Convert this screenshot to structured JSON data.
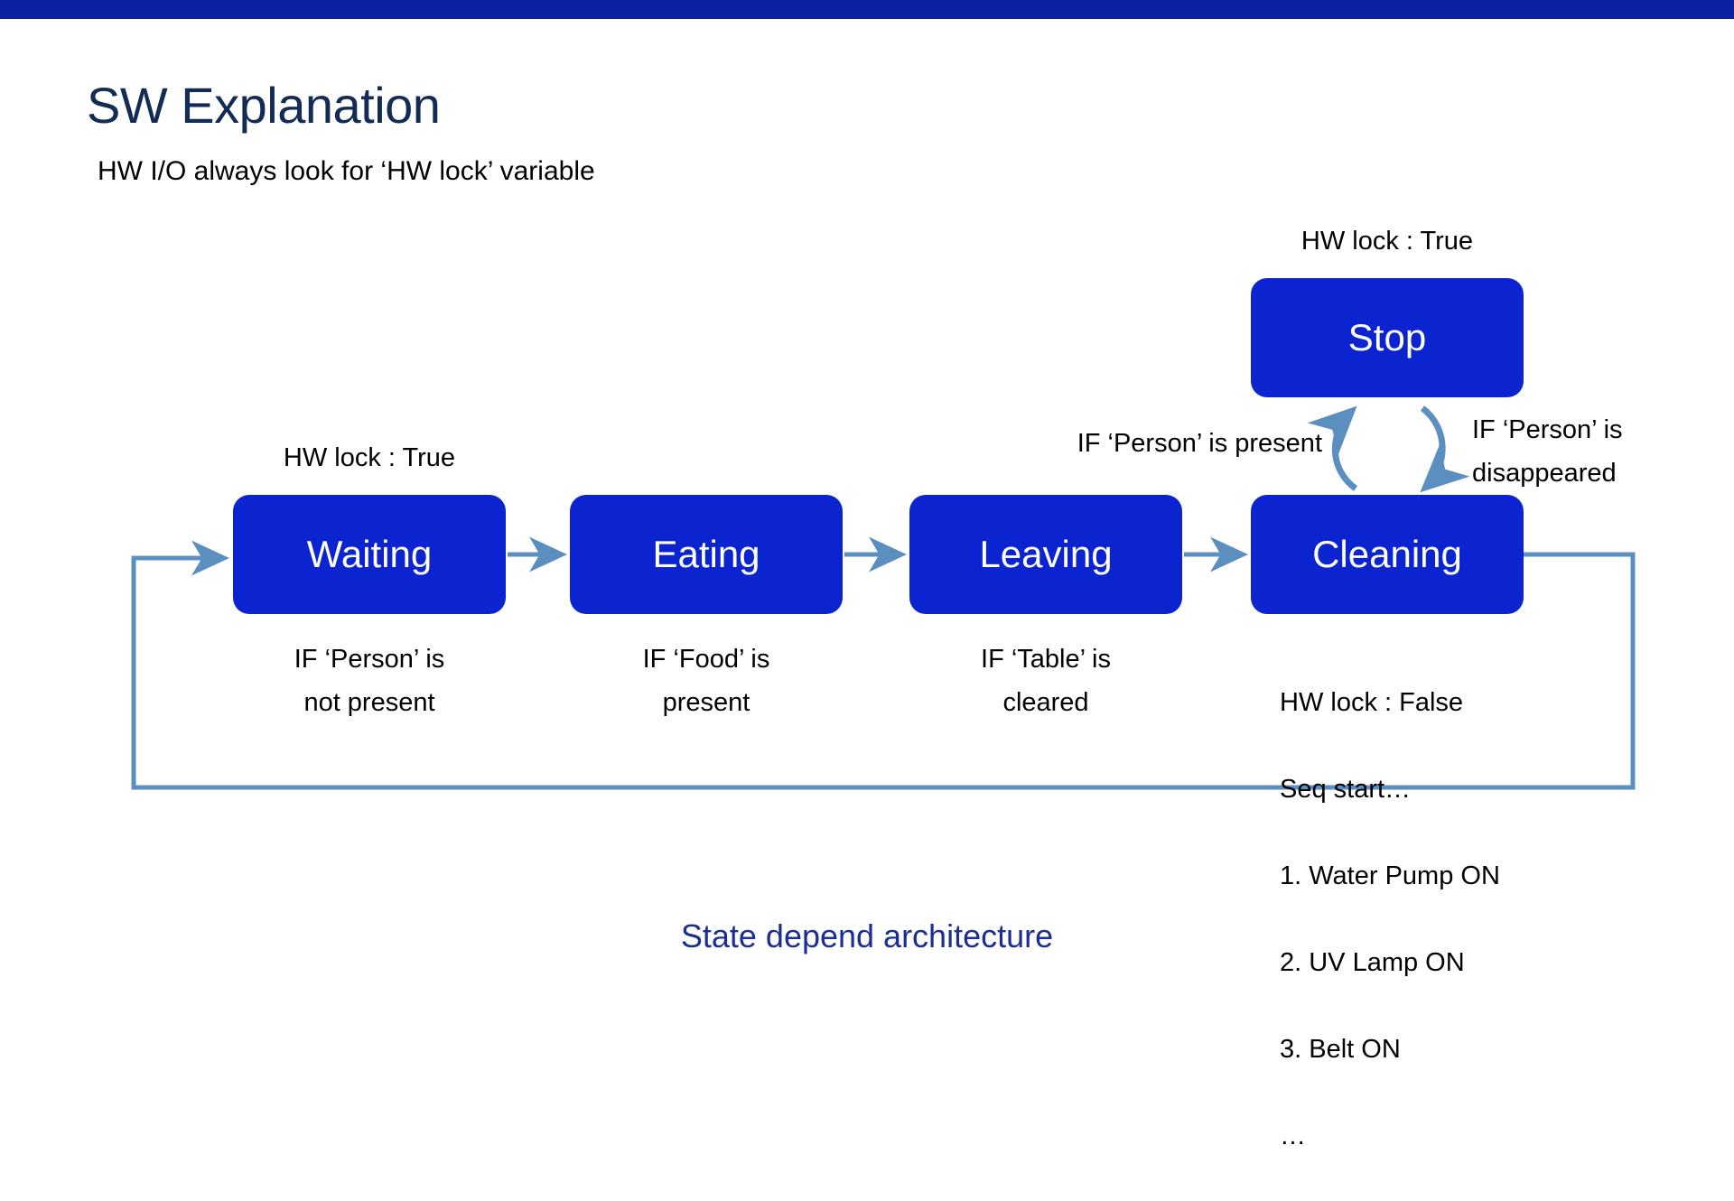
{
  "theme": {
    "accent_bar": "#0a21a0",
    "box_fill": "#0b24cf",
    "box_text": "#ffffff",
    "arrow": "#5b8fc0",
    "title_color": "#122c54",
    "caption_color": "#1c2f8f",
    "background": "#ffffff"
  },
  "header": {
    "title": "SW Explanation",
    "subtitle": "HW I/O always look for ‘HW lock’ variable"
  },
  "diagram": {
    "type": "state-machine",
    "states": [
      {
        "id": "waiting",
        "label": "Waiting"
      },
      {
        "id": "eating",
        "label": "Eating"
      },
      {
        "id": "leaving",
        "label": "Leaving"
      },
      {
        "id": "cleaning",
        "label": "Cleaning"
      },
      {
        "id": "stop",
        "label": "Stop"
      }
    ],
    "annotations": {
      "waiting_lock": "HW lock : True",
      "stop_lock": "HW lock : True",
      "waiting_condition": "IF ‘Person’ is\nnot present",
      "eating_condition": "IF ‘Food’ is\npresent",
      "leaving_condition": "IF ‘Table’ is\ncleared",
      "person_present": "IF ‘Person’ is present",
      "person_disappeared": "IF ‘Person’ is\ndisappeared"
    },
    "cleaning_sequence": {
      "lock": "HW lock : False",
      "start": "Seq start…",
      "steps": [
        "1. Water Pump ON",
        "2. UV Lamp ON",
        "3. Belt ON"
      ],
      "more": "…"
    },
    "transitions": [
      {
        "from": "waiting",
        "to": "eating",
        "label": ""
      },
      {
        "from": "eating",
        "to": "leaving",
        "label": ""
      },
      {
        "from": "leaving",
        "to": "cleaning",
        "label": ""
      },
      {
        "from": "cleaning",
        "to": "stop",
        "label": "IF ‘Person’ is present"
      },
      {
        "from": "stop",
        "to": "cleaning",
        "label": "IF ‘Person’ is disappeared"
      },
      {
        "from": "cleaning",
        "to": "waiting",
        "label": ""
      }
    ]
  },
  "caption": "State depend architecture"
}
